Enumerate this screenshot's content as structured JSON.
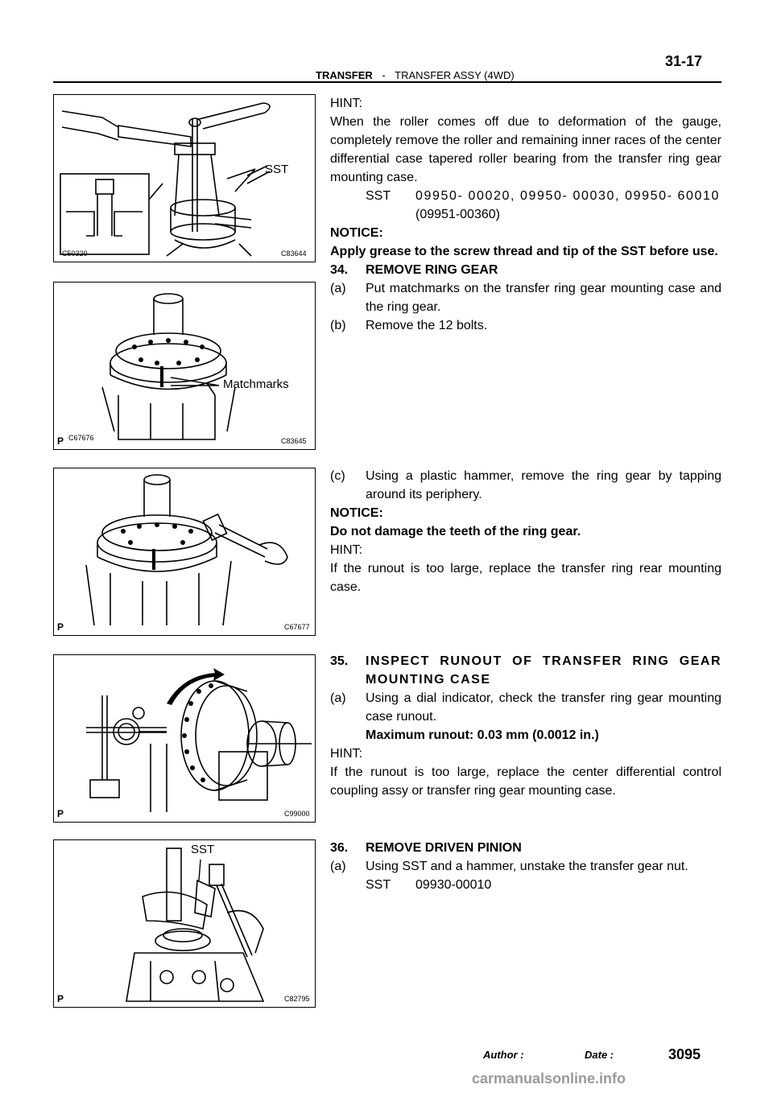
{
  "header": {
    "page_code": "31-17",
    "section": "TRANSFER",
    "dash": "-",
    "subsection": "TRANSFER ASSY (4WD)"
  },
  "figures": [
    {
      "left_code": "C50320",
      "right_code": "C83644",
      "label": "SST",
      "p_mark": ""
    },
    {
      "left_code": "C67676",
      "right_code": "C83645",
      "label": "Matchmarks",
      "p_mark": "P"
    },
    {
      "left_code": "",
      "right_code": "C67677",
      "label": "",
      "p_mark": "P"
    },
    {
      "left_code": "",
      "right_code": "C99000",
      "label": "",
      "p_mark": "P"
    },
    {
      "left_code": "",
      "right_code": "C82795",
      "label": "SST",
      "p_mark": "P"
    }
  ],
  "block1": {
    "hint": "HINT:",
    "hint_text": "When the roller comes off due to deformation of the gauge, completely remove the roller and remaining inner races of the center differential case tapered roller bearing from the transfer ring gear mounting case.",
    "sst_key": "SST",
    "sst_value": "09950- 00020, 09950- 00030, 09950- 60010",
    "sst_value2": "(09951-00360)",
    "notice": "NOTICE:",
    "notice_text": "Apply grease to the screw thread and tip of the SST before use.",
    "step_num": "34.",
    "step_title": "REMOVE RING GEAR",
    "a_label": "(a)",
    "a_text": "Put matchmarks on the transfer ring gear mounting case and the ring gear.",
    "b_label": "(b)",
    "b_text": "Remove the 12 bolts."
  },
  "block2": {
    "c_label": "(c)",
    "c_text": "Using a plastic hammer, remove the ring gear by tapping around its periphery.",
    "notice": "NOTICE:",
    "notice_text": "Do not damage the teeth of the ring gear.",
    "hint": "HINT:",
    "hint_text": "If the runout is too large, replace the transfer ring rear mounting case."
  },
  "block3": {
    "step_num": "35.",
    "step_title": "INSPECT RUNOUT OF TRANSFER RING GEAR MOUNTING CASE",
    "a_label": "(a)",
    "a_text": "Using a dial indicator, check the transfer ring gear mounting case runout.",
    "spec": "Maximum runout: 0.03 mm (0.0012 in.)",
    "hint": "HINT:",
    "hint_text": "If the runout is too large, replace the center differential control coupling assy or transfer ring gear mounting case."
  },
  "block4": {
    "step_num": "36.",
    "step_title": "REMOVE DRIVEN PINION",
    "a_label": "(a)",
    "a_text": "Using SST and a hammer, unstake the transfer gear nut.",
    "sst_key": "SST",
    "sst_value": "09930-00010"
  },
  "footer": {
    "author": "Author :",
    "date": "Date :",
    "page_number": "3095",
    "watermark": "carmanualsonline.info"
  }
}
